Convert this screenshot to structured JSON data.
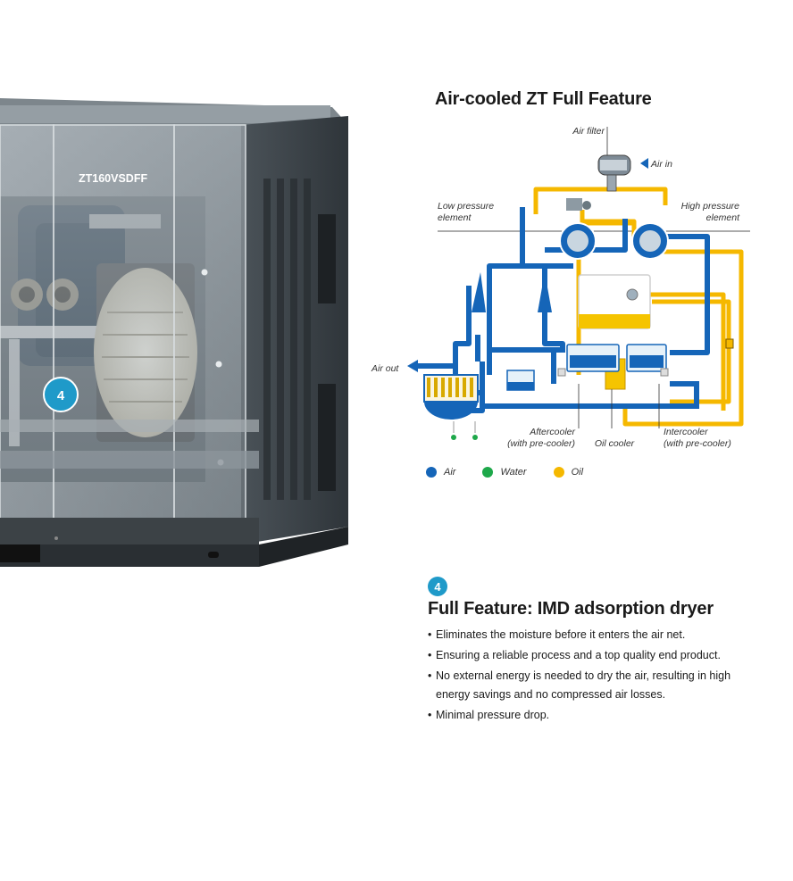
{
  "photo": {
    "model_label": "ZT160VSDFF",
    "badge_number": "4"
  },
  "diagram": {
    "title": "Air-cooled ZT Full Feature",
    "labels": {
      "air_filter": "Air filter",
      "air_in": "Air in",
      "low_pressure_1": "Low pressure",
      "low_pressure_2": "element",
      "high_pressure_1": "High pressure",
      "high_pressure_2": "element",
      "air_out": "Air out",
      "aftercooler_1": "Aftercooler",
      "aftercooler_2": "(with pre-cooler)",
      "oil_cooler": "Oil cooler",
      "intercooler_1": "Intercooler",
      "intercooler_2": "(with pre-cooler)"
    },
    "legend": [
      {
        "label": "Air",
        "color": "#1565b8"
      },
      {
        "label": "Water",
        "color": "#1ea84a"
      },
      {
        "label": "Oil",
        "color": "#f5b800"
      }
    ]
  },
  "feature": {
    "number": "4",
    "title": "Full Feature: IMD adsorption dryer",
    "bullets": [
      "Eliminates the moisture before it enters the air net.",
      "Ensuring a reliable process and a top quality end product.",
      "No external energy is needed to dry the air, resulting in high energy savings and no compressed air losses.",
      "Minimal pressure drop."
    ]
  }
}
